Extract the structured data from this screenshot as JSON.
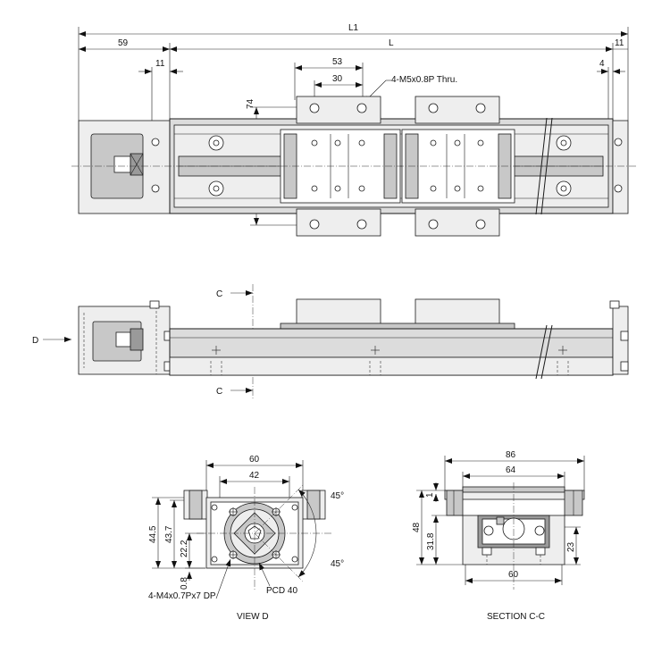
{
  "top_view": {
    "dims": {
      "l1": "L1",
      "d59": "59",
      "l": "L",
      "d11_right": "11",
      "d11_left": "11",
      "d4": "4",
      "d53": "53",
      "d30": "30",
      "d74": "74"
    },
    "callout": "4-M5x0.8P Thru."
  },
  "side_view": {
    "section_label_top": "C",
    "section_label_bottom": "C",
    "view_label": "D"
  },
  "view_d": {
    "dims": {
      "w60": "60",
      "w42": "42",
      "h445": "44.5",
      "h437": "43.7",
      "h222": "22.2",
      "h08": "0.8",
      "ang_top": "45°",
      "ang_bottom": "45°"
    },
    "callout_thread": "4-M4x0.7Px7 DP",
    "callout_pcd": "PCD 40",
    "caption": "VIEW D"
  },
  "section_cc": {
    "dims": {
      "w86": "86",
      "w64": "64",
      "w60": "60",
      "h48": "48",
      "h318": "31.8",
      "h1": "1",
      "h23": "23"
    },
    "caption": "SECTION C-C"
  }
}
